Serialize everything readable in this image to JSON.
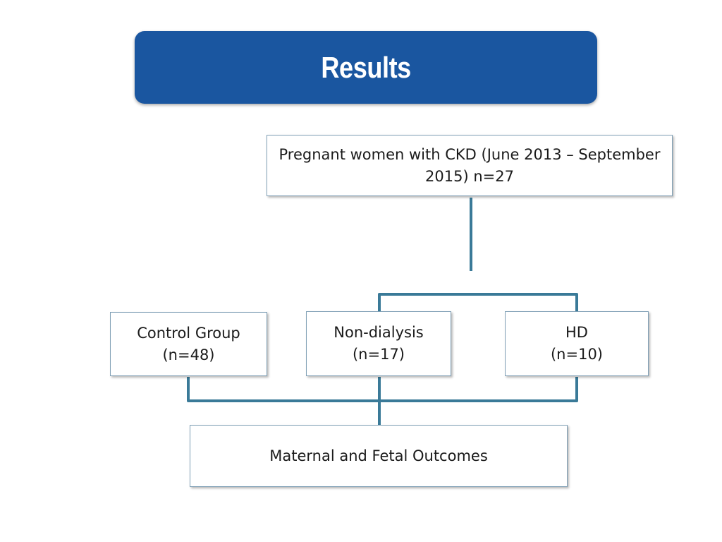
{
  "banner": {
    "title": "Results"
  },
  "diagram": {
    "root": {
      "line1": "Pregnant women with CKD (June 2013 – September",
      "line2": "2015) n=27"
    },
    "control": {
      "line1": "Control Group",
      "line2": "(n=48)"
    },
    "non_dialysis": {
      "line1": "Non-dialysis",
      "line2": "(n=17)"
    },
    "hd": {
      "line1": "HD",
      "line2": "(n=10)"
    },
    "outcome": {
      "line1": "Maternal and Fetal Outcomes"
    }
  },
  "colors": {
    "banner": "#1a56a0",
    "connector": "#3a7a98",
    "box_border": "#7f9fb5"
  }
}
